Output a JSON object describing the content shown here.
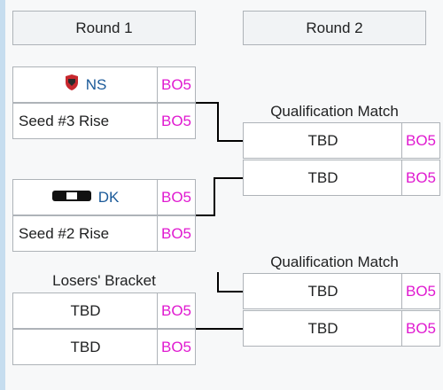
{
  "rounds": [
    "Round 1",
    "Round 2"
  ],
  "labels": {
    "qual_1": "Qualification Match",
    "qual_2": "Qualification Match",
    "losers": "Losers' Bracket"
  },
  "round1": [
    {
      "team": "NS",
      "score": "BO5",
      "logo": "ns-team-logo"
    },
    {
      "team": "Seed #3 Rise",
      "score": "BO5"
    },
    {
      "team": "DK",
      "score": "BO5",
      "logo": "dk-team-logo"
    },
    {
      "team": "Seed #2 Rise",
      "score": "BO5"
    },
    {
      "team": "TBD",
      "score": "BO5"
    },
    {
      "team": "TBD",
      "score": "BO5"
    }
  ],
  "round2": [
    {
      "team": "TBD",
      "score": "BO5"
    },
    {
      "team": "TBD",
      "score": "BO5"
    },
    {
      "team": "TBD",
      "score": "BO5"
    },
    {
      "team": "TBD",
      "score": "BO5"
    }
  ],
  "colors": {
    "score": "#e01ad0",
    "team_link": "#1b5a99",
    "border": "#aeb3b8",
    "connector": "#000000",
    "page_edge": "#c6ddef"
  }
}
